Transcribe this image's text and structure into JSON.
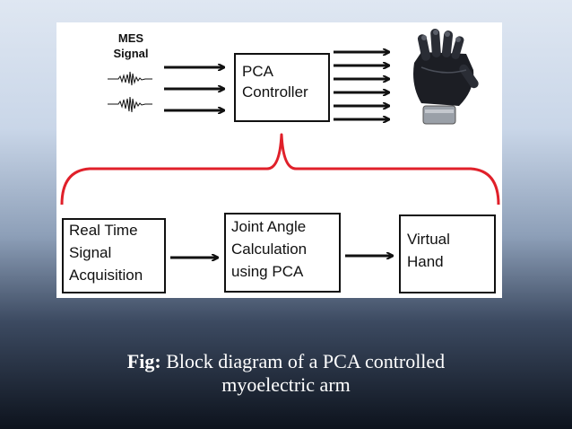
{
  "diagram": {
    "signal_label_1": "MES",
    "signal_label_2": "Signal",
    "controller_line_1": "PCA",
    "controller_line_2": "Controller",
    "box1_line_1": "Real Time",
    "box1_line_2": "Signal",
    "box1_line_3": "Acquisition",
    "box2_line_1": "Joint Angle",
    "box2_line_2": "Calculation",
    "box2_line_3": "using PCA",
    "box3_line_1": "Virtual",
    "box3_line_2": "Hand"
  },
  "caption": {
    "prefix": "Fig:",
    "line_1": "Block diagram of a PCA controlled",
    "line_2": "myoelectric arm"
  },
  "colors": {
    "brace": "#e0202a",
    "ink": "#111111"
  }
}
